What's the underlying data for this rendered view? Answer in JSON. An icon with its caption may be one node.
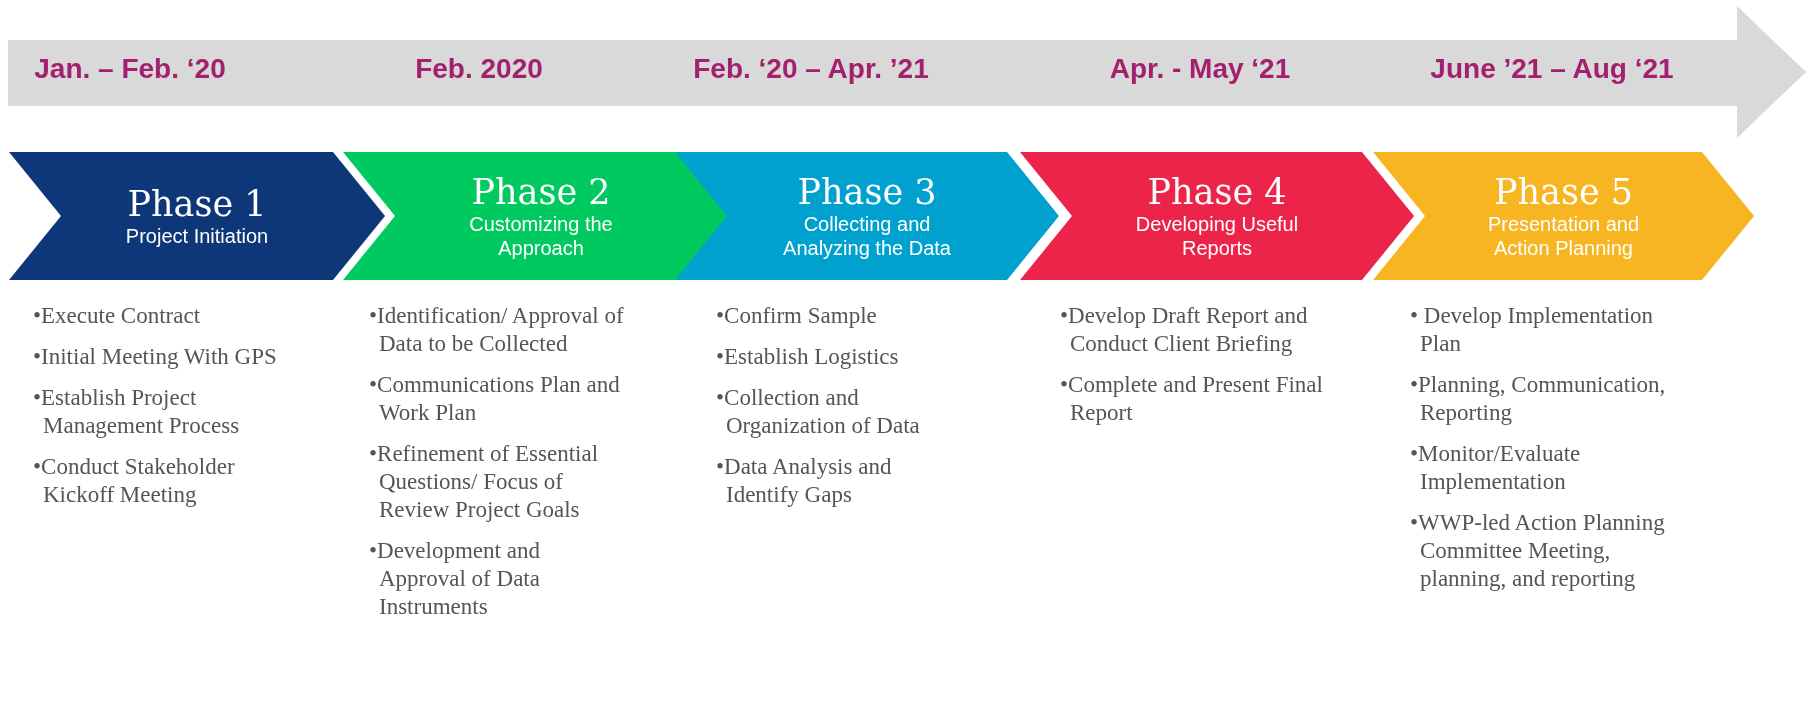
{
  "diagram": {
    "nodes": [
      {
        "text": [
          "Phase 1",
          "Project Initiation"
        ],
        "beside": [
          "•Execute Contract",
          "•Initial Meeting With GPS",
          "•Establish Project Management Process",
          "•Conduct Stakeholder Kickoff Meeting"
        ]
      },
      {
        "text": [
          "Phase 2",
          "Customizing the Approach"
        ],
        "beside": [
          "•Identification/ Approval of Data to be Collected",
          "•Communications Plan and Work Plan",
          "•Refinement of Essential Questions/ Focus of Review Project Goals",
          "•Development and Approval of Data Instruments"
        ]
      },
      {
        "text": [
          "Phase 3",
          "Collecting and Analyzing the Data"
        ],
        "beside": [
          "•Confirm Sample",
          "•Establish Logistics",
          "•Collection and Organization of Data",
          "•Data Analysis and Identify Gaps"
        ]
      },
      {
        "text": [
          "Phase 4",
          "Developing Useful Reports"
        ],
        "beside": [
          "•Develop Draft Report and Conduct Client Briefing",
          "•Complete and Present Final Report"
        ]
      },
      {
        "text": [
          "Phase 5",
          "Presentation and Action Planning"
        ],
        "beside": [
          "• Develop Implementation Plan",
          "•Planning, Communication, Reporting",
          "•Monitor/Evaluate Implementation",
          "•WWP-led Action Planning Committee Meeting, planning, and reporting"
        ]
      }
    ],
    "labels": [
      "Jan. – Feb. ‘20",
      "Feb. 2020",
      "Feb. ‘20 – Apr. ’21",
      "Apr. - May ‘21",
      "June ’21 – Aug ‘21"
    ]
  }
}
